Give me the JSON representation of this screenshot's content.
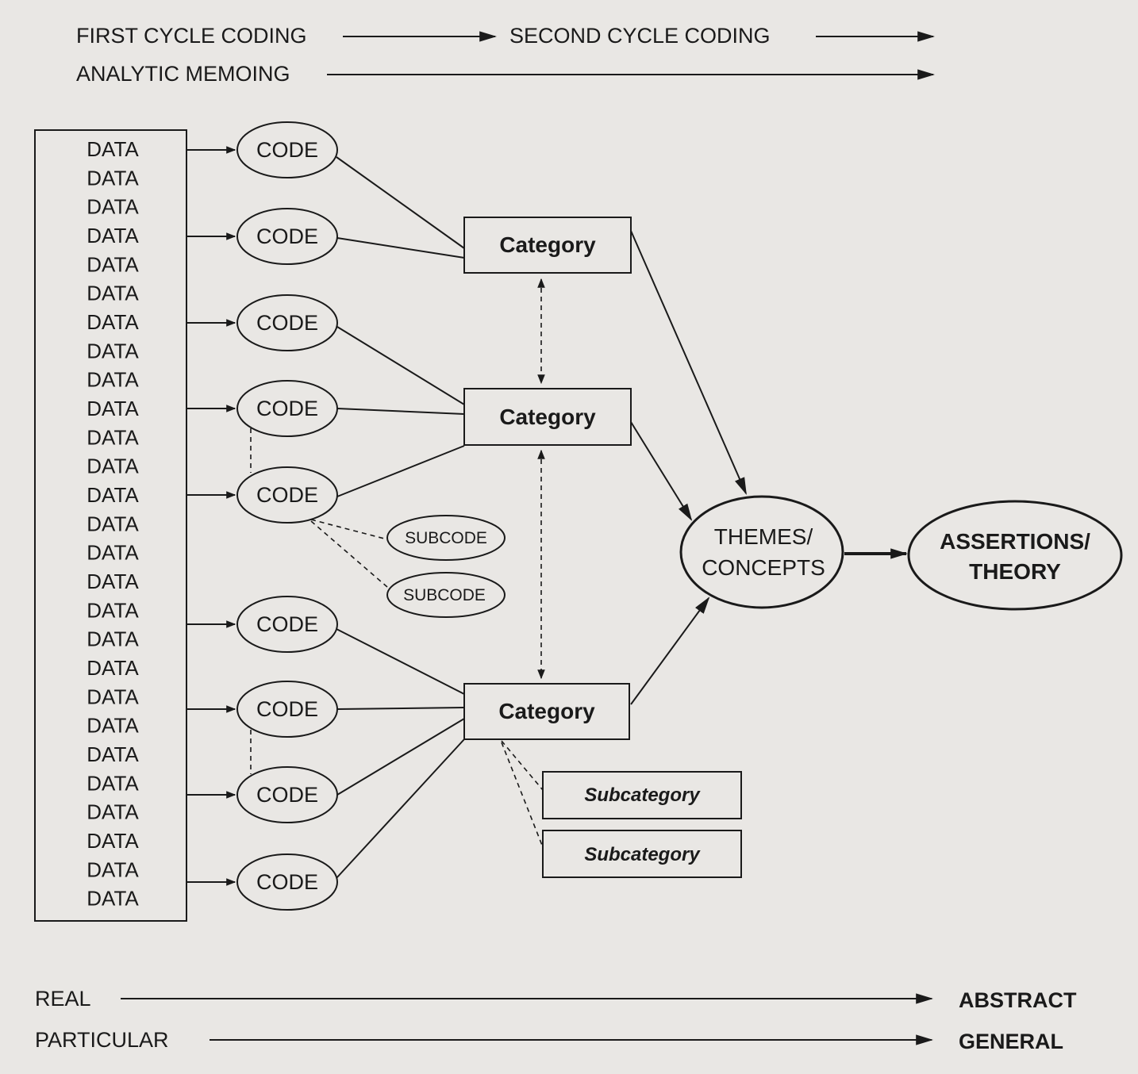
{
  "header": {
    "first_cycle": "FIRST CYCLE CODING",
    "second_cycle": "SECOND CYCLE CODING",
    "memoing": "ANALYTIC MEMOING"
  },
  "data_items": [
    "DATA",
    "DATA",
    "DATA",
    "DATA",
    "DATA",
    "DATA",
    "DATA",
    "DATA",
    "DATA",
    "DATA",
    "DATA",
    "DATA",
    "DATA",
    "DATA",
    "DATA",
    "DATA",
    "DATA",
    "DATA",
    "DATA",
    "DATA",
    "DATA",
    "DATA",
    "DATA",
    "DATA",
    "DATA",
    "DATA",
    "DATA"
  ],
  "codes": [
    "CODE",
    "CODE",
    "CODE",
    "CODE",
    "CODE",
    "CODE",
    "CODE",
    "CODE",
    "CODE"
  ],
  "subcodes": [
    "SUBCODE",
    "SUBCODE"
  ],
  "categories": [
    "Category",
    "Category",
    "Category"
  ],
  "subcategories": [
    "Subcategory",
    "Subcategory"
  ],
  "themes": {
    "line1": "THEMES/",
    "line2": "CONCEPTS"
  },
  "assertions": {
    "line1": "ASSERTIONS/",
    "line2": "THEORY"
  },
  "scale": {
    "real": "REAL",
    "abstract": "ABSTRACT",
    "particular": "PARTICULAR",
    "general": "GENERAL"
  }
}
